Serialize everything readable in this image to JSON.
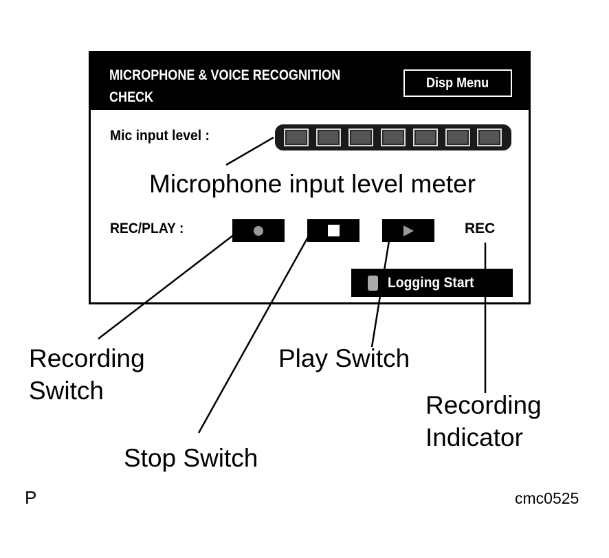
{
  "screen": {
    "title_line1": "MICROPHONE & VOICE RECOGNITION",
    "title_line2": "CHECK",
    "disp_menu_label": "Disp Menu",
    "mic_label": "Mic input level :",
    "meter_segments": 7,
    "recplay_label": "REC/PLAY :",
    "rec_indicator_label": "REC",
    "logging_label": "Logging Start"
  },
  "callouts": {
    "meter": "Microphone input level meter",
    "recording_switch_line1": "Recording",
    "recording_switch_line2": "Switch",
    "play_switch": "Play Switch",
    "recording_indicator_line1": "Recording",
    "recording_indicator_line2": "Indicator",
    "stop_switch": "Stop Switch"
  },
  "corner": {
    "left": "P",
    "right": "cmc0525"
  },
  "colors": {
    "foreground": "#000000",
    "background": "#ffffff",
    "meter_segment": "#555555",
    "icon_gray": "#9a9a9a"
  }
}
